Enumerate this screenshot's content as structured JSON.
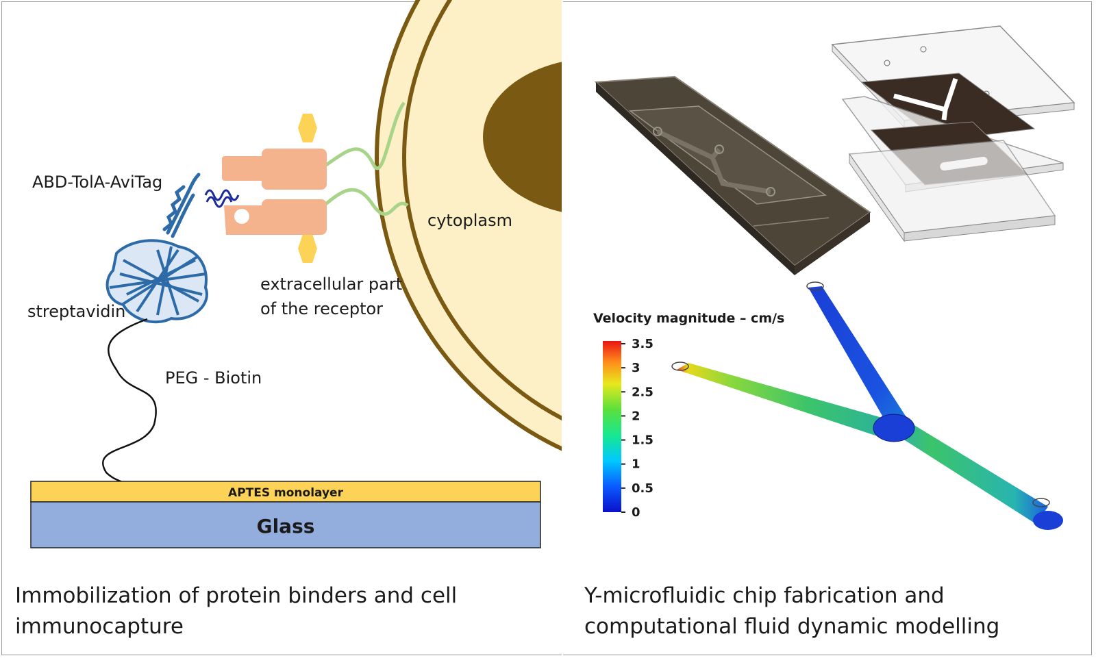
{
  "left_panel": {
    "labels": {
      "abd": "ABD-TolA-AviTag",
      "streptavidin": "streptavidin",
      "peg": "PEG - Biotin",
      "extracellular_1": "extracellular part",
      "extracellular_2": "of the receptor",
      "cytoplasm": "cytoplasm",
      "aptes": "APTES monolayer",
      "glass": "Glass"
    },
    "caption_line1": "Immobilization of protein binders and cell",
    "caption_line2": "immunocapture",
    "colors": {
      "cell_fill": "#fdefc6",
      "cell_border": "#7a5a12",
      "nucleus": "#7a5a12",
      "receptor": "#f4b38d",
      "hexagon": "#fcd356",
      "wave": "#a8d48a",
      "aptes": "#fcd356",
      "glass": "#93aedd",
      "protein": "#2c6aa8"
    }
  },
  "right_panel": {
    "legend_title": "Velocity magnitude – cm/s",
    "scale_ticks": [
      "3.5",
      "3",
      "2.5",
      "2",
      "1.5",
      "1",
      "0.5",
      "0"
    ],
    "caption_line1": "Y-microfluidic chip fabrication and",
    "caption_line2": "computational fluid dynamic modelling",
    "colors": {
      "chip_dark": "#4d4538",
      "chip_edge": "#8a8478",
      "sheet_glass": "#f2f2f2",
      "sheet_brown": "#3a2c22",
      "flow_blue": "#1a3fd6",
      "flow_green": "#3cc46a"
    }
  }
}
